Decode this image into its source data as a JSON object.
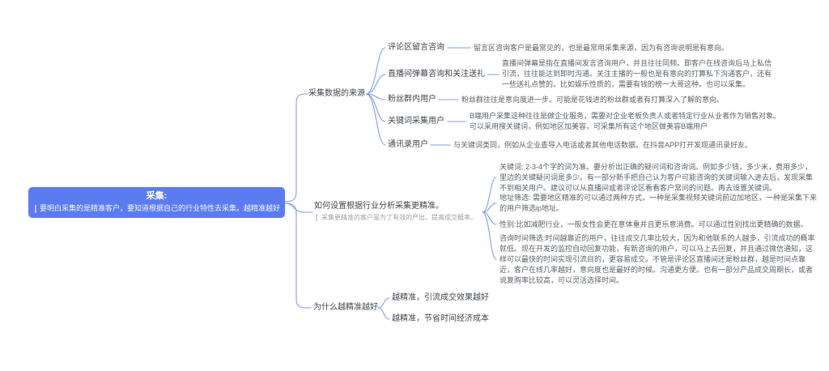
{
  "root": {
    "title": "采集:",
    "note": "要明白采集的是精准客户，要知道根据自己的行业特性去采集。越精准越好"
  },
  "branches": [
    {
      "label": "采集数据的来源",
      "children": [
        {
          "label": "评论区留言咨询",
          "note": "留言区咨询客户是最常见的，也是最常用采集来源，因为有咨询说明是有意向。"
        },
        {
          "label": "直播间弹幕咨询和关注送礼",
          "note": "直播间弹幕是指在直播间发言咨询用户，并且往往同频。即客户在线咨询后马上私信引流，往往能达到即时沟通。关注主播的一般也是有意向的打算私下沟通客户，还有一些送礼点赞的。比如娱乐性质的，需要有钱的榜一大哥这种。也可以采集。"
        },
        {
          "label": "粉丝群内用户",
          "note": "粉丝群往往是意向度进一步。可能是花钱进的粉丝群或者有打算深入了解的意向。"
        },
        {
          "label": "关键词采集用户",
          "note": "B端用户采集这种往往是做企业服务，需要对企业老板负责人或者特定行业从业者作为销售对象。可以采用搜关键词，例如地区加美容，可采集所有这个地区做美容B端用户"
        },
        {
          "label": "通讯录用户",
          "note": "与关键词类同，例如从企业查导入电话或者其他电话数据。在抖音APP打开发现通讯录好友。"
        }
      ]
    },
    {
      "label": "如何设置根据行业分析采集更精准。",
      "sub": "采集更精准的客户是为了有效的产出，提高成交概率。",
      "children": [
        {
          "note": "关键词: 2-3-4个字的词为准。要分析出正确的疑问词和咨询词。例如多少钱，多少米，费用多少，里边的关键疑问词是多少。有一部分新手把自己认为客户可能咨询的关键词输入进去后，发现采集不到相关用户。建议可以从直播间或者评论区看看客户常问的问题。再去设置关键词。"
        },
        {
          "note": "地址筛选: 需要地区精准的可以通过两种方式，一种是采集视频关键词前边加地区，一种是采集下来的用户筛选ip地址。"
        },
        {
          "note": "性别:比如减肥行业，一般女性会更在意体重并且更乐意消费。可以通过性别找出更精确的数据。"
        },
        {
          "note": "咨询时间筛选:时间越靠近的用户，往往成交几率比较大，因为和他联系的人越多，引流成功的概率就低。现在开发的监控自动回复功能，有新咨询的用户，可以马上去回复，并且通过微信通知，这样可以最快的时间实现引流目的，更容易成交。不管是评论区直播间还是粉丝群，越是时间点靠近，客户在线几率越好，意向度也是最好的时候。沟通更方便。也有一部分产品成交周期长，或者说复购率比较高，可以灵活选择时间。"
        }
      ]
    },
    {
      "label": "为什么越精准越好",
      "children": [
        {
          "label": "越精准，引流成交效果越好"
        },
        {
          "label": "越精准，节省时间经济成本"
        }
      ]
    }
  ]
}
